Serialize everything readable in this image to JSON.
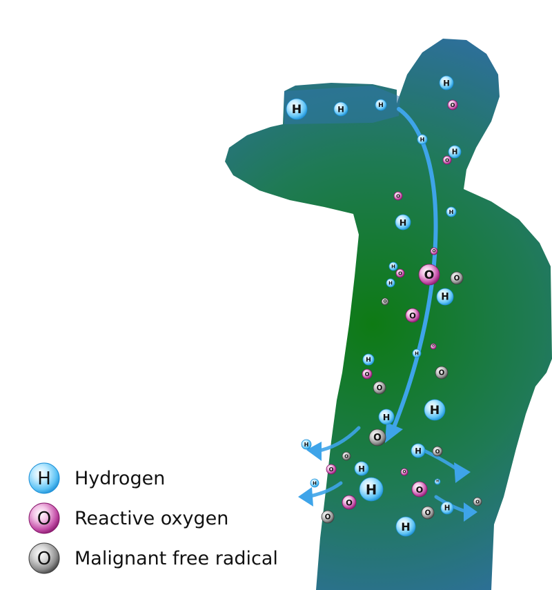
{
  "colors": {
    "hydrogen": "#2f9fe0",
    "reactive_oxygen": "#a0237f",
    "free_radical": "#555555",
    "body_edge": "#2e6f9c",
    "body_core": "#0e7a14",
    "flow_arrow": "#3ea4e9"
  },
  "symbols": {
    "hydrogen": "H",
    "reactive_oxygen": "O",
    "free_radical": "O"
  },
  "legend": {
    "hydrogen_label": "Hydrogen",
    "reactive_oxygen_label": "Reactive oxygen",
    "free_radical_label": "Malignant free radical"
  },
  "icons": {
    "body": "person-silhouette-icon",
    "bottle": "water-bottle-icon",
    "flow": "flow-arrow-icon"
  }
}
